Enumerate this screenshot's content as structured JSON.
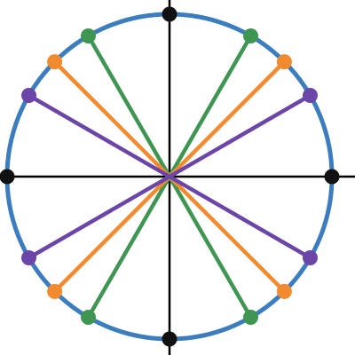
{
  "diagram": {
    "kind": "unit-circle-symmetric-points",
    "colors": {
      "circle": "#3c7dbf",
      "axes": "#000000",
      "axis_point": "#111111",
      "green": "#3f9652",
      "orange": "#f28a2f",
      "purple": "#6b46a8"
    },
    "axis_points_deg": [
      0,
      90,
      180,
      270
    ],
    "line_groups": [
      {
        "name": "green",
        "color_key": "green",
        "angle_deg": 60
      },
      {
        "name": "orange",
        "color_key": "orange",
        "angle_deg": 45
      },
      {
        "name": "purple",
        "color_key": "purple",
        "angle_deg": 30
      }
    ]
  }
}
